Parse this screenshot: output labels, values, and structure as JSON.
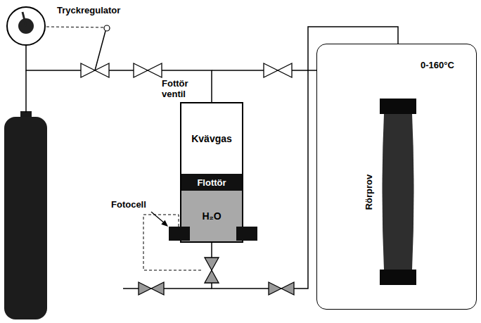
{
  "diagram": {
    "nodes": [
      {
        "text": [
          "Tryckregulator"
        ]
      },
      {
        "text": [
          "Fottör ventil"
        ]
      },
      {
        "text": [
          "Kvävgas"
        ],
        "in": 1
      },
      {
        "text": [
          "Flottör"
        ],
        "in": 1
      },
      {
        "text": [
          "H₂O"
        ],
        "in": 1
      },
      {
        "text": [
          "0-160°C"
        ]
      },
      {
        "text": [
          "Rörprov"
        ],
        "in": 5
      }
    ],
    "edges": [
      {
        "from": 0,
        "to": 2,
        "arrow": "none"
      },
      {
        "from": 4,
        "to": 6,
        "arrow": "none"
      }
    ],
    "labels": [
      "Fotocell"
    ]
  }
}
